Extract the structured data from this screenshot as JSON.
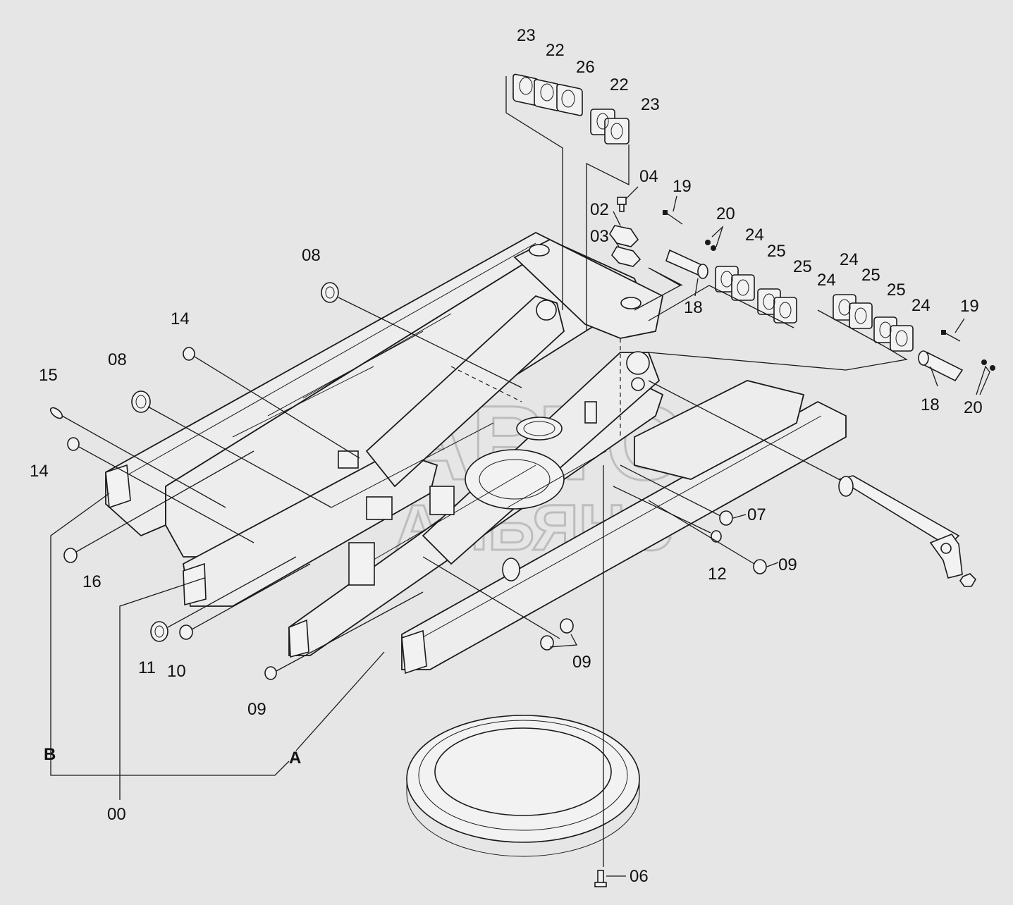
{
  "watermark": {
    "line1": "АВТО",
    "line2": "АЛЬЯНС"
  },
  "callouts": {
    "c00": "00",
    "c02": "02",
    "c03": "03",
    "c04": "04",
    "c06": "06",
    "c07": "07",
    "c08a": "08",
    "c08b": "08",
    "c09a": "09",
    "c09b": "09",
    "c09c": "09",
    "c10": "10",
    "c11": "11",
    "c12": "12",
    "c14a": "14",
    "c14b": "14",
    "c15": "15",
    "c16": "16",
    "c18a": "18",
    "c18b": "18",
    "c19a": "19",
    "c19b": "19",
    "c20a": "20",
    "c20b": "20",
    "c22a": "22",
    "c22b": "22",
    "c23a": "23",
    "c23b": "23",
    "c24a": "24",
    "c24b": "24",
    "c24c": "24",
    "c24d": "24",
    "c25a": "25",
    "c25b": "25",
    "c25c": "25",
    "c25d": "25",
    "c26": "26",
    "refA": "A",
    "refB": "B"
  }
}
